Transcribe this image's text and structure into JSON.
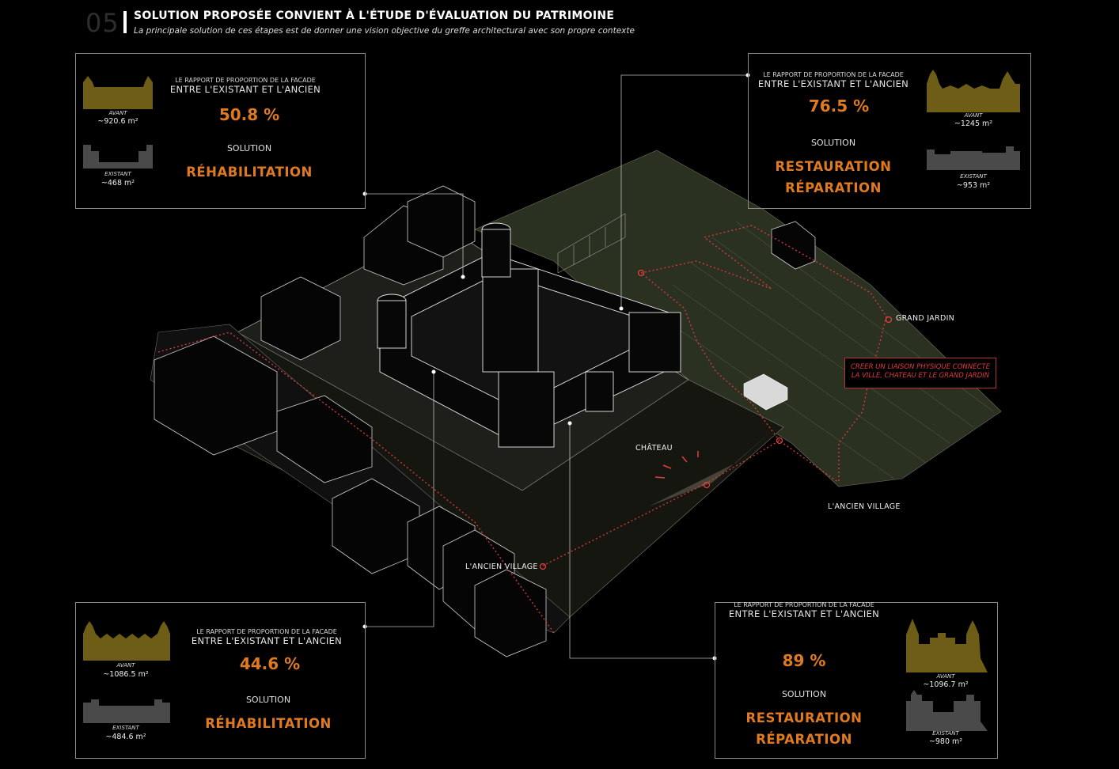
{
  "header": {
    "number": "05",
    "title": "SOLUTION PROPOSÉE CONVIENT À L'ÉTUDE D'ÉVALUATION DU PATRIMOINE",
    "subtitle": "La principale solution de ces étapes est de donner une vision objective du greffe architectural avec son propre contexte"
  },
  "panels": [
    {
      "id": "top-left",
      "caption_line1": "LE RAPPORT DE PROPORTION DE LA FACADE",
      "caption_line2": "ENTRE L'EXISTANT ET L'ANCIEN",
      "ratio": "50.8 %",
      "solution_label": "SOLUTION",
      "solution_line1": "RÉHABILITATION",
      "solution_line2": "",
      "avant_label": "AVANT",
      "avant_area": "~920.6 m²",
      "existant_label": "EXISTANT",
      "existant_area": "~468 m²"
    },
    {
      "id": "top-right",
      "caption_line1": "LE RAPPORT DE PROPORTION DE LA FACADE",
      "caption_line2": "ENTRE L'EXISTANT ET L'ANCIEN",
      "ratio": "76.5 %",
      "solution_label": "SOLUTION",
      "solution_line1": "RESTAURATION",
      "solution_line2": "RÉPARATION",
      "avant_label": "AVANT",
      "avant_area": "~1245 m²",
      "existant_label": "EXISTANT",
      "existant_area": "~953 m²"
    },
    {
      "id": "bottom-left",
      "caption_line1": "LE RAPPORT DE PROPORTION DE LA FACADE",
      "caption_line2": "ENTRE L'EXISTANT ET L'ANCIEN",
      "ratio": "44.6 %",
      "solution_label": "SOLUTION",
      "solution_line1": "RÉHABILITATION",
      "solution_line2": "",
      "avant_label": "AVANT",
      "avant_area": "~1086.5 m²",
      "existant_label": "EXISTANT",
      "existant_area": "~484.6 m²"
    },
    {
      "id": "bottom-right",
      "caption_line1": "LE RAPPORT DE PROPORTION DE LA FACADE",
      "caption_line2": "ENTRE L'EXISTANT ET L'ANCIEN",
      "ratio": "89 %",
      "solution_label": "SOLUTION",
      "solution_line1": "RESTAURATION",
      "solution_line2": "RÉPARATION",
      "avant_label": "AVANT",
      "avant_area": "~1096.7 m²",
      "existant_label": "EXISTANT",
      "existant_area": "~980 m²"
    }
  ],
  "map_labels": {
    "grand_jardin": "GRAND JARDIN",
    "chateau": "CHÂTEAU",
    "ancien_village_right": "L'ANCIEN VILLAGE",
    "ancien_village_left": "L'ANCIEN VILLAGE"
  },
  "note": {
    "line1": "CREER UN LIAISON PHYSIQUE  CONNECTE",
    "line2": "LA VILLE, CHATEAU ET LE GRAND JARDIN"
  },
  "colors": {
    "accent_orange": "#e07a1f",
    "path_red": "#d23a3a",
    "avant_gold": "#6e5d16",
    "existant_gray": "#4a4a4a",
    "garden_green": "#2d3320"
  }
}
